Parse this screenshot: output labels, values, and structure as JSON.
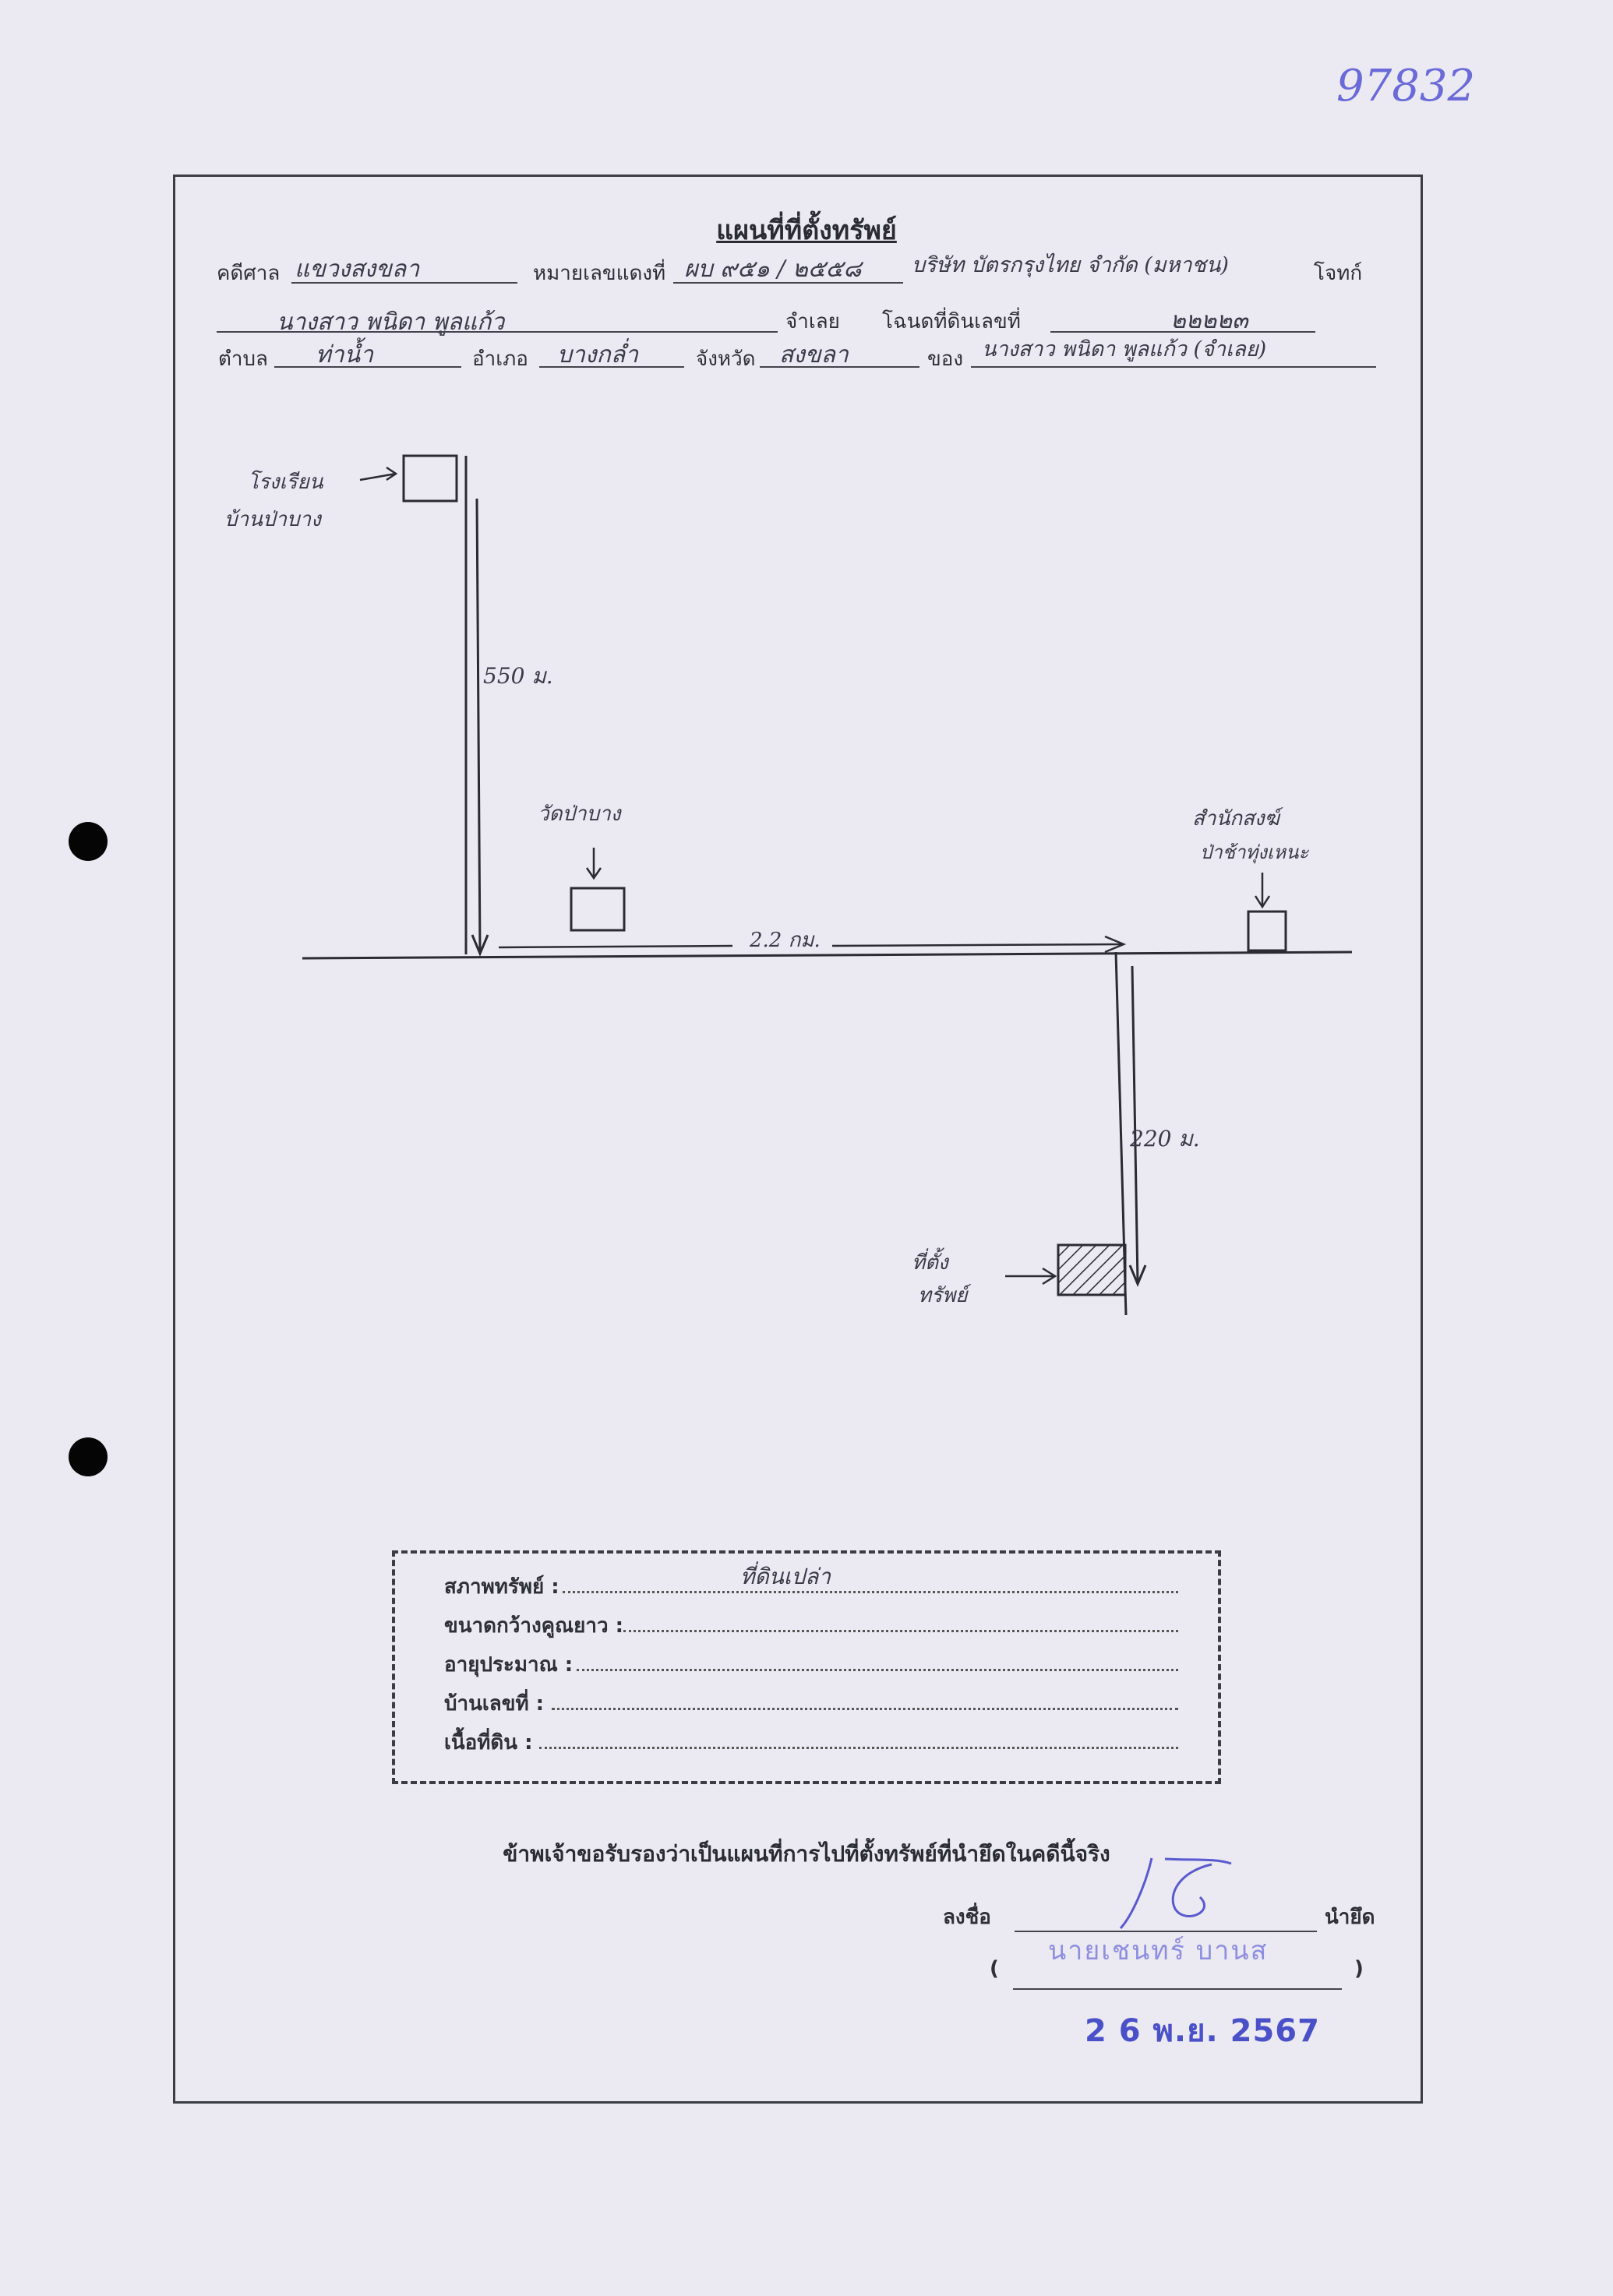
{
  "doc_number": "97832",
  "title": "แผนที่ที่ตั้งทรัพย์",
  "header": {
    "court_label": "คดีศาล",
    "court_value": "แขวงสงขลา",
    "case_no_label": "หมายเลขแดงที่",
    "case_no_value": "ผบ ๙๕๑ / ๒๕๕๘",
    "plaintiff_value": "บริษัท บัตรกรุงไทย จำกัด (มหาชน)",
    "plaintiff_label": "โจทก์",
    "defendant_value": "นางสาว พนิดา พูลแก้ว",
    "defendant_label": "จำเลย",
    "deed_label": "โฉนดที่ดินเลขที่",
    "deed_value": "๒๒๒๒๓",
    "subdistrict_label": "ตำบล",
    "subdistrict_value": "ท่าน้ำ",
    "district_label": "อำเภอ",
    "district_value": "บางกล่ำ",
    "province_label": "จังหวัด",
    "province_value": "สงขลา",
    "owner_label": "ของ",
    "owner_value": "นางสาว พนิดา พูลแก้ว (จำเลย)"
  },
  "map": {
    "school_label_1": "โรงเรียน",
    "school_label_2": "บ้านป่าบาง",
    "dist_vertical_1": "550 ม.",
    "temple_label": "วัดป่าบาง",
    "road_distance": "2.2 กม.",
    "office_label_1": "สำนักสงฆ์",
    "office_label_2": "ป่าช้าทุ่งเหนะ",
    "dist_vertical_2": "220 ม.",
    "property_label_1": "ที่ตั้ง",
    "property_label_2": "ทรัพย์"
  },
  "property_box": {
    "type_label": "สภาพทรัพย์ :",
    "type_value": "ที่ดินเปล่า",
    "size_label": "ขนาดกว้างคูณยาว :",
    "age_label": "อายุประมาณ :",
    "house_no_label": "บ้านเลขที่ :",
    "area_label": "เนื้อที่ดิน :"
  },
  "certification": "ข้าพเจ้าขอรับรองว่าเป็นแผนที่การไปที่ตั้งทรัพย์ที่นำยึดในคดีนี้จริง",
  "signature": {
    "sign_label": "ลงชื่อ",
    "role_label": "นำยึด",
    "paren_open": "(",
    "paren_close": ")",
    "name_stamp": "นายเชนทร์ บานส",
    "date_stamp": "2 6 พ.ย. 2567"
  }
}
